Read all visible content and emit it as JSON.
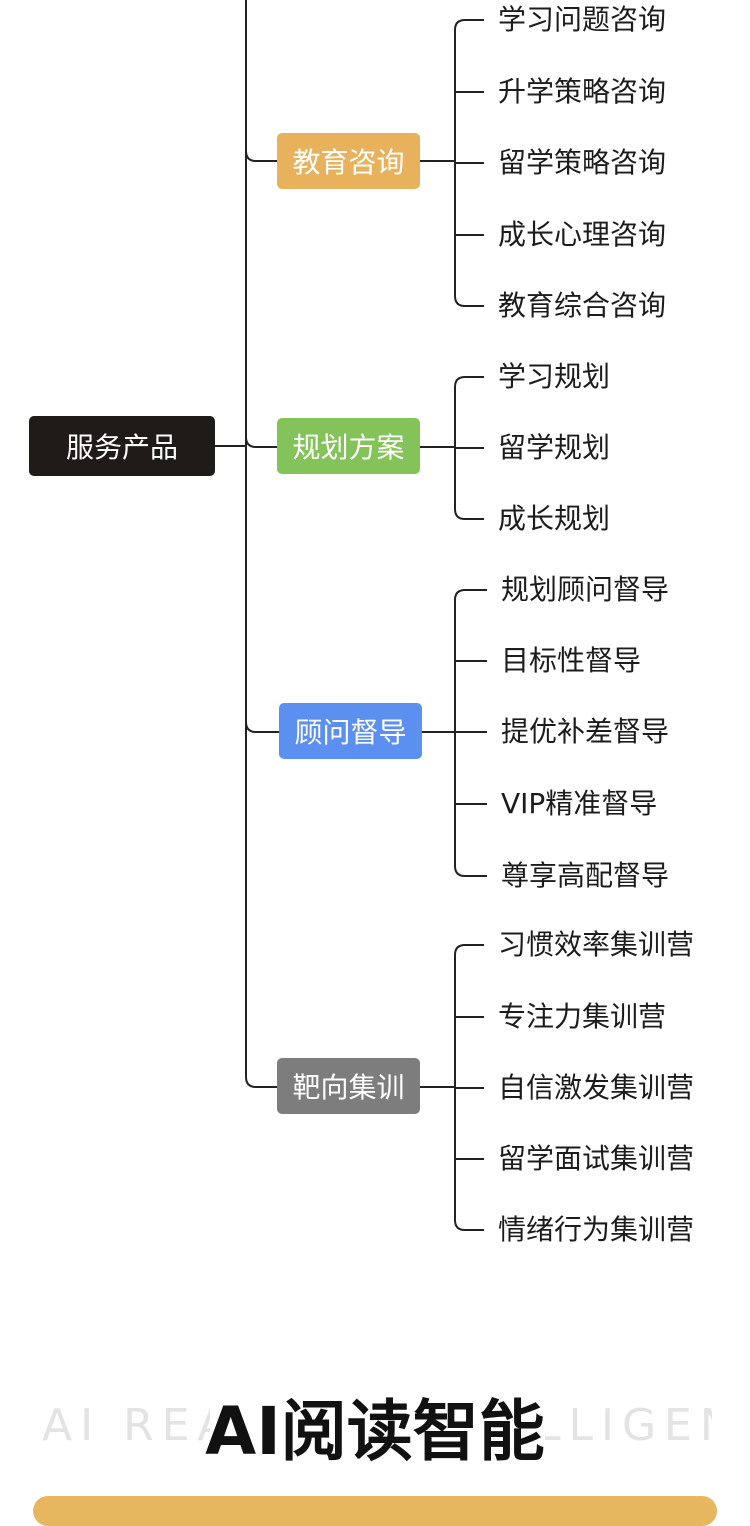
{
  "root": {
    "label": "服务产品"
  },
  "categories": [
    {
      "label": "教育咨询",
      "color": "#e8b25c",
      "items": [
        "学习问题咨询",
        "升学策略咨询",
        "留学策略咨询",
        "成长心理咨询",
        "教育综合咨询"
      ]
    },
    {
      "label": "规划方案",
      "color": "#84c25a",
      "items": [
        "学习规划",
        "留学规划",
        "成长规划"
      ]
    },
    {
      "label": "顾问督导",
      "color": "#5b8ff0",
      "items": [
        "规划顾问督导",
        "目标性督导",
        "提优补差督导",
        "VIP精准督导",
        "尊享高配督导"
      ]
    },
    {
      "label": "靶向集训",
      "color": "#7d7d7d",
      "items": [
        "习惯效率集训营",
        "专注力集训营",
        "自信激发集训营",
        "留学面试集训营",
        "情绪行为集训营"
      ]
    }
  ],
  "section": {
    "title": "AI阅读智能",
    "watermark": "AI READING INTELLIGENCE"
  },
  "colors": {
    "line": "#222222",
    "bottom_bar": "#e6b75e"
  }
}
